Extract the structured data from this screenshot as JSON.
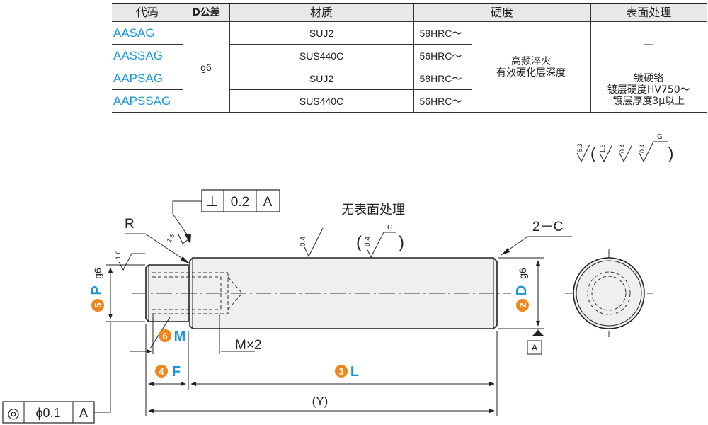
{
  "table": {
    "headers": {
      "code": "代码",
      "tol": "D公差",
      "material": "材质",
      "hardness": "硬度",
      "surface": "表面处理"
    },
    "rows": [
      {
        "code": "AASAG",
        "material": "SUJ2",
        "hrc": "58HRC〜"
      },
      {
        "code": "AASSAG",
        "material": "SUS440C",
        "hrc": "56HRC〜"
      },
      {
        "code": "AAPSAG",
        "material": "SUJ2",
        "hrc": "58HRC〜"
      },
      {
        "code": "AAPSSAG",
        "material": "SUS440C",
        "hrc": "56HRC〜"
      }
    ],
    "tol_value": "g6",
    "hardening": [
      "高频淬火",
      "有效硬化层深度"
    ],
    "surface_none": "—",
    "plating": [
      "镀硬铬",
      "镀层硬度HV750〜",
      "镀层厚度3μ以上"
    ]
  },
  "drawing": {
    "surface_symbols": {
      "general": "6.3",
      "paren_values": [
        "1.6",
        "0.4",
        "0.4"
      ],
      "grind_mark": "G"
    },
    "no_treatment_label": "无表面处理",
    "roughness": {
      "body": "0.4",
      "paren": "0.4",
      "grind": "G",
      "left_end": "1.6",
      "shoulder": "1.6"
    },
    "perp_frame": {
      "symbol": "⊥",
      "value": "0.2",
      "datum": "A"
    },
    "conc_frame": {
      "symbol": "◎",
      "value": "ϕ0.1",
      "datum": "A"
    },
    "datum_label": "A",
    "labels": {
      "R": "R",
      "chamfer": "2－C",
      "thread": "M×2",
      "Y": "(Y)",
      "P": "P",
      "P_tol": "g6",
      "P_num": "5",
      "D": "D",
      "D_tol": "g6",
      "D_num": "2",
      "M": "M",
      "M_num": "6",
      "F": "F",
      "F_num": "4",
      "L": "L",
      "L_num": "3"
    }
  },
  "colors": {
    "accent_orange": "#f08519",
    "accent_blue": "#1596d9",
    "body_fill": "#f0f0f0",
    "line": "#222222"
  }
}
